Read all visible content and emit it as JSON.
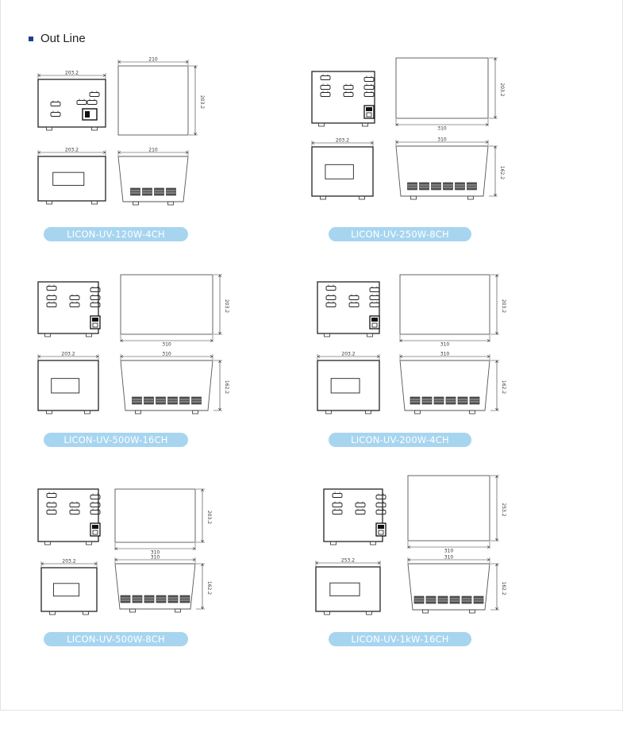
{
  "page": {
    "section_title": "Out Line"
  },
  "products": [
    {
      "model": "LICON-UV-120W-4CH",
      "front_width": "203.2",
      "side_depth": "210",
      "top_depth": "210",
      "height": "203.2"
    },
    {
      "model": "LICON-UV-250W-8CH",
      "front_width": "203.2",
      "side_depth": "310",
      "top_depth": "310",
      "height": "162.2",
      "top_height": "203.2"
    },
    {
      "model": "LICON-UV-500W-16CH",
      "front_width": "203.2",
      "side_depth": "310",
      "top_depth": "310",
      "height": "162.2",
      "top_height": "203.2"
    },
    {
      "model": "LICON-UV-200W-4CH",
      "front_width": "203.2",
      "side_depth": "310",
      "top_depth": "310",
      "height": "162.2",
      "top_height": "203.2"
    },
    {
      "model": "LICON-UV-500W-8CH",
      "front_width": "203.2",
      "side_depth": "310",
      "top_depth": "310",
      "height": "162.2",
      "top_height": "203.2"
    },
    {
      "model": "LICON-UV-1kW-16CH",
      "front_width": "253.2",
      "side_depth": "310",
      "top_depth": "310",
      "height": "162.2",
      "top_height": "253.2"
    }
  ]
}
